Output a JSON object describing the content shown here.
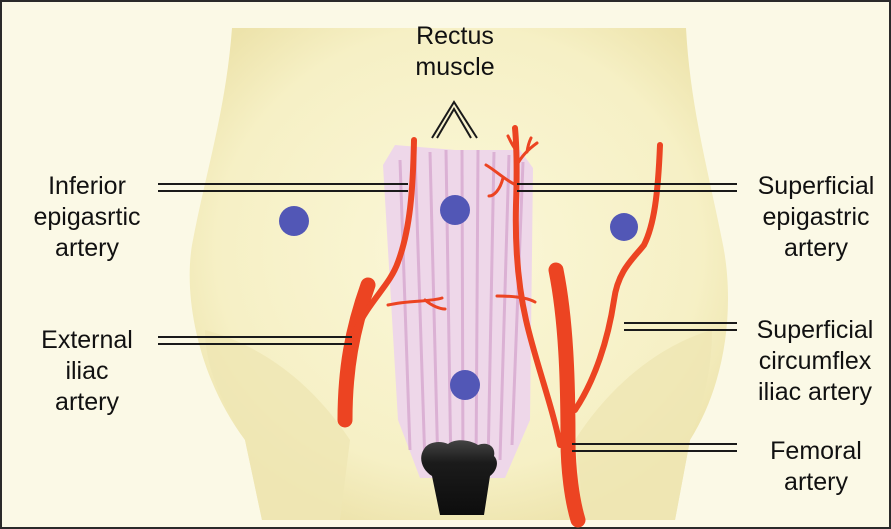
{
  "labels": {
    "rectus": [
      "Rectus",
      "muscle"
    ],
    "inferior_epigastric": [
      "Inferior",
      "epigasrtic",
      "artery"
    ],
    "external_iliac": [
      "External",
      "iliac",
      "artery"
    ],
    "superficial_epigastric": [
      "Superficial",
      "epigastric",
      "artery"
    ],
    "superficial_circumflex": [
      "Superficial",
      "circumflex",
      "iliac artery"
    ],
    "femoral": [
      "Femoral",
      "artery"
    ]
  },
  "port_sites": [
    "port-left",
    "port-umbilical",
    "port-right",
    "port-suprapubic"
  ],
  "colors": {
    "background": "#fbf9e6",
    "skin": "#f6f1c6",
    "skin_shadow": "#ece4ac",
    "muscle": "#ead2e3",
    "artery": "#ec4422",
    "port": "#5257b6",
    "hair": "#1b1b1b"
  }
}
